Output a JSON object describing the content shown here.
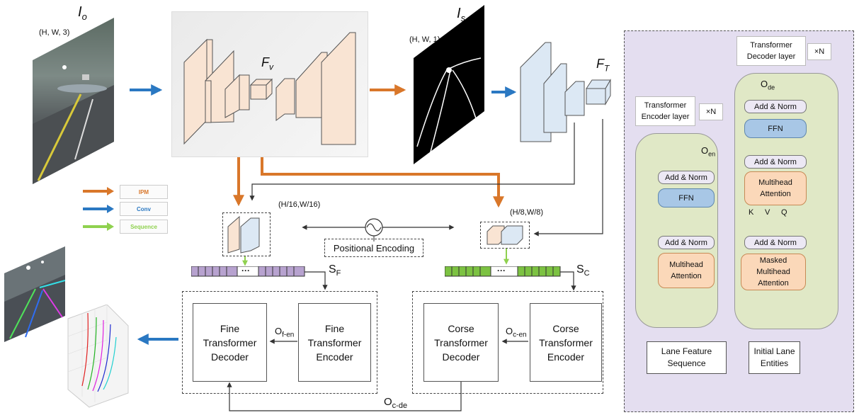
{
  "labels": {
    "io": "I",
    "io_sub": "o",
    "io_shape": "(H, W, 3)",
    "is": "I",
    "is_sub": "s",
    "is_shape": "(H, W, 1)",
    "fv": "F",
    "fv_sub": "v",
    "ft": "F",
    "ft_sub": "T",
    "shape_16": "(H/16,W/16)",
    "shape_8": "(H/8,W/8)",
    "pos_enc": "Positional Encoding",
    "sf": "S",
    "sf_sub": "F",
    "sc": "S",
    "sc_sub": "C",
    "ellipsis": "···",
    "ofen": "O",
    "ofen_sub": "f-en",
    "ocen": "O",
    "ocen_sub": "c-en",
    "ocde": "O",
    "ocde_sub": "c-de"
  },
  "legend": [
    {
      "label": "IPM",
      "color": "#d9772a"
    },
    {
      "label": "Conv",
      "color": "#2a78c2"
    },
    {
      "label": "Sequence",
      "color": "#8fd14f"
    }
  ],
  "blocks": {
    "fine_decoder": "Fine\nTransformer\nDecoder",
    "fine_encoder": "Fine\nTransformer\nEncoder",
    "corse_decoder": "Corse\nTransformer\nDecoder",
    "corse_encoder": "Corse\nTransformer\nEncoder"
  },
  "detail": {
    "decoder_title": "Transformer\nDecoder layer",
    "encoder_title": "Transformer\nEncoder layer",
    "times_n": "×N",
    "ode": "O",
    "ode_sub": "de",
    "oen": "O",
    "oen_sub": "en",
    "add_norm": "Add & Norm",
    "ffn": "FFN",
    "multihead": "Multihead\nAttention",
    "masked_multihead": "Masked\nMultihead\nAttention",
    "k": "K",
    "v": "V",
    "q": "Q",
    "lane_feature": "Lane Feature\nSequence",
    "initial_lane": "Initial Lane\nEntities"
  },
  "colors": {
    "ipm": "#d9772a",
    "conv": "#2a78c2",
    "sequence": "#8fd14f",
    "purple_panel": "#e4def0",
    "green_panel": "#e0e8c6",
    "fine_seq": "#b7a2cf",
    "coarse_seq": "#7cc242",
    "backbone_fill": "#f9e4d3",
    "decoder_fill": "#dce8f4"
  }
}
